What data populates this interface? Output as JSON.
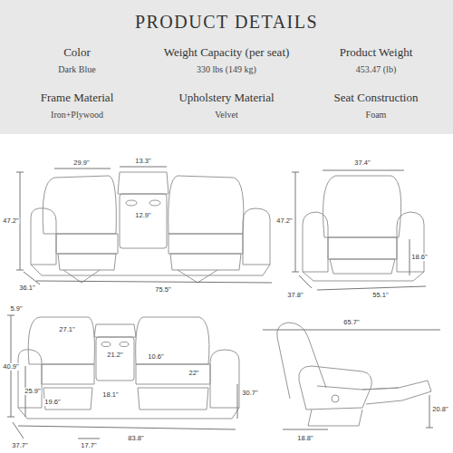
{
  "diagram": {
    "title": "PRODUCT DETAILS",
    "labels": [
      "Color",
      "Dark Blue",
      "Weight Capacity (per seat)",
      "330 lbs (149 kg)",
      "Product Weight",
      "453.47 (lb)",
      "Frame Material",
      "Iron+Plywood",
      "Upholstery Material",
      "Velvet",
      "Seat Construction",
      "Foam",
      "13.3\"",
      "29.9\"",
      "47.2\"",
      "12.9\"",
      "36.1\"",
      "75.5\"",
      "37.4\"",
      "47.2\"",
      "18.6\"",
      "37.8\"",
      "55.1\"",
      "5.9\"",
      "27.1\"",
      "21.2\"",
      "10.6\"",
      "22\"",
      "40.9\"",
      "25.9\"",
      "19.6\"",
      "18.1\"",
      "30.7\"",
      "37.7\"",
      "17.7\"",
      "83.8\"",
      "65.7\"",
      "20.8\"",
      "18.8\""
    ]
  }
}
